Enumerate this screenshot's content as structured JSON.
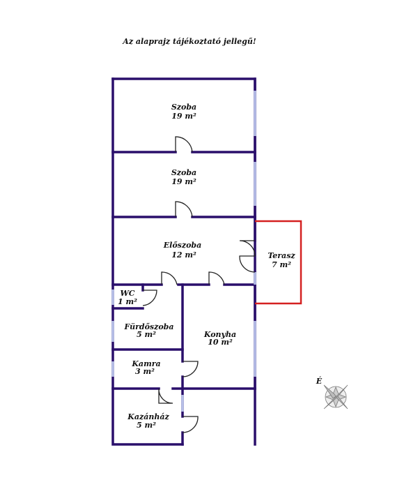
{
  "title": "Az alaprajz tájékoztató jellegű!",
  "rooms": [
    {
      "name": "Szoba",
      "area": "19 m²"
    },
    {
      "name": "Szoba",
      "area": "19 m²"
    },
    {
      "name": "Előszoba",
      "area": "12 m²"
    },
    {
      "name": "Terasz",
      "area": "7 m²"
    },
    {
      "name": "WC",
      "area": "1 m²"
    },
    {
      "name": "Fürdőszoba",
      "area": "5 m²"
    },
    {
      "name": "Konyha",
      "area": "10 m²"
    },
    {
      "name": "Kamra",
      "area": "3 m²"
    },
    {
      "name": "Kazánház",
      "area": "5 m²"
    }
  ],
  "compass": {
    "label": "É"
  },
  "colors": {
    "wall": "#2a0f6b",
    "window": "#b7c0e8",
    "terrace": "#d42020"
  }
}
